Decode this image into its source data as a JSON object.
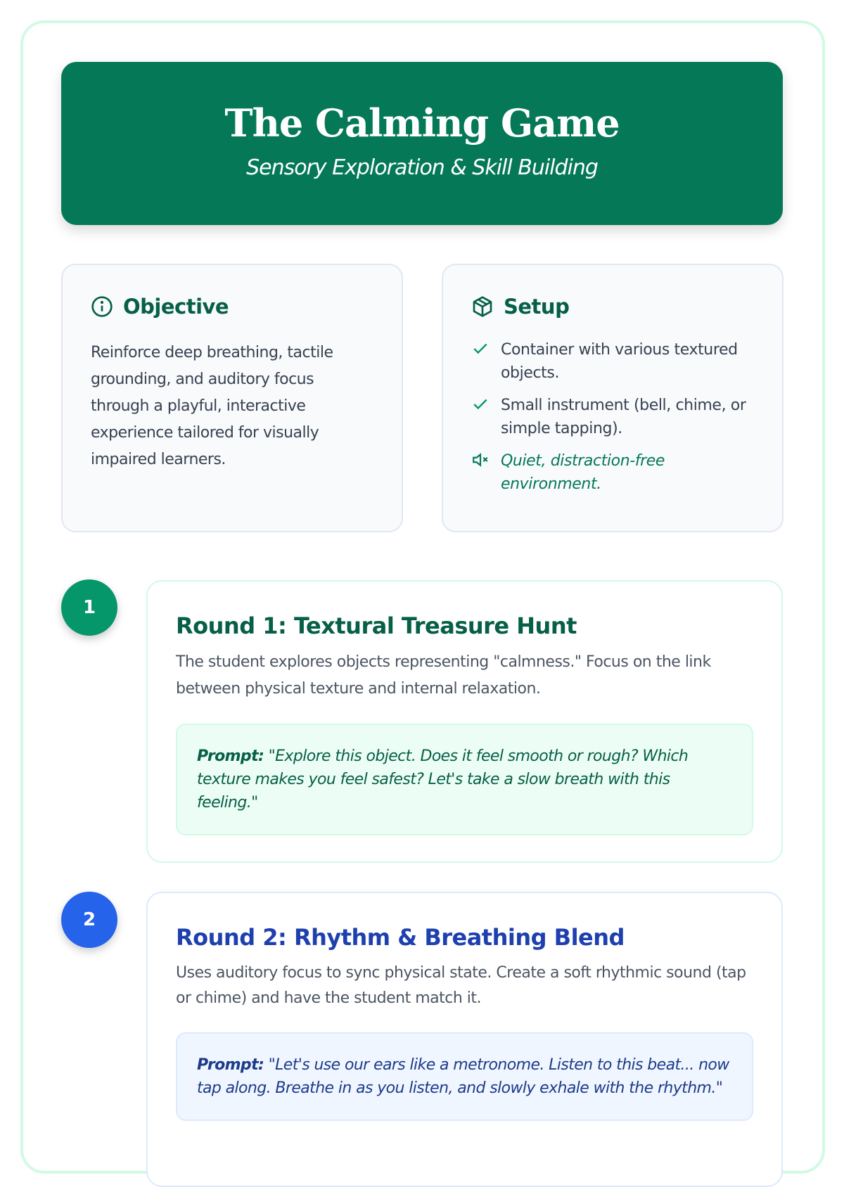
{
  "header": {
    "title": "The Calming Game",
    "subtitle": "Sensory Exploration & Skill Building"
  },
  "objective": {
    "icon": "info-circle-icon",
    "title": "Objective",
    "text": "Reinforce deep breathing, tactile grounding, and auditory focus through a playful, interactive experience tailored for visually impaired learners."
  },
  "setup": {
    "icon": "package-icon",
    "title": "Setup",
    "items": [
      {
        "icon": "check-icon",
        "text": "Container with various textured objects."
      },
      {
        "icon": "check-icon",
        "text": "Small instrument (bell, chime, or simple tapping)."
      },
      {
        "icon": "volume-mute-icon",
        "text": "Quiet, distraction-free environment."
      }
    ]
  },
  "rounds": [
    {
      "number": "1",
      "title": "Round 1: Textural Treasure Hunt",
      "description": "The student explores objects representing \"calmness.\" Focus on the link between physical texture and internal relaxation.",
      "prompt_label": "Prompt:",
      "prompt": "\"Explore this object. Does it feel smooth or rough? Which texture makes you feel safest? Let's take a slow breath with this feeling.\"",
      "color": "#059669"
    },
    {
      "number": "2",
      "title": "Round 2: Rhythm & Breathing Blend",
      "description": "Uses auditory focus to sync physical state. Create a soft rhythmic sound (tap or chime) and have the student match it.",
      "prompt_label": "Prompt:",
      "prompt": "\"Let's use our ears like a metronome. Listen to this beat... now tap along. Breathe in as you listen, and slowly exhale with the rhythm.\"",
      "color": "#2563eb"
    }
  ]
}
